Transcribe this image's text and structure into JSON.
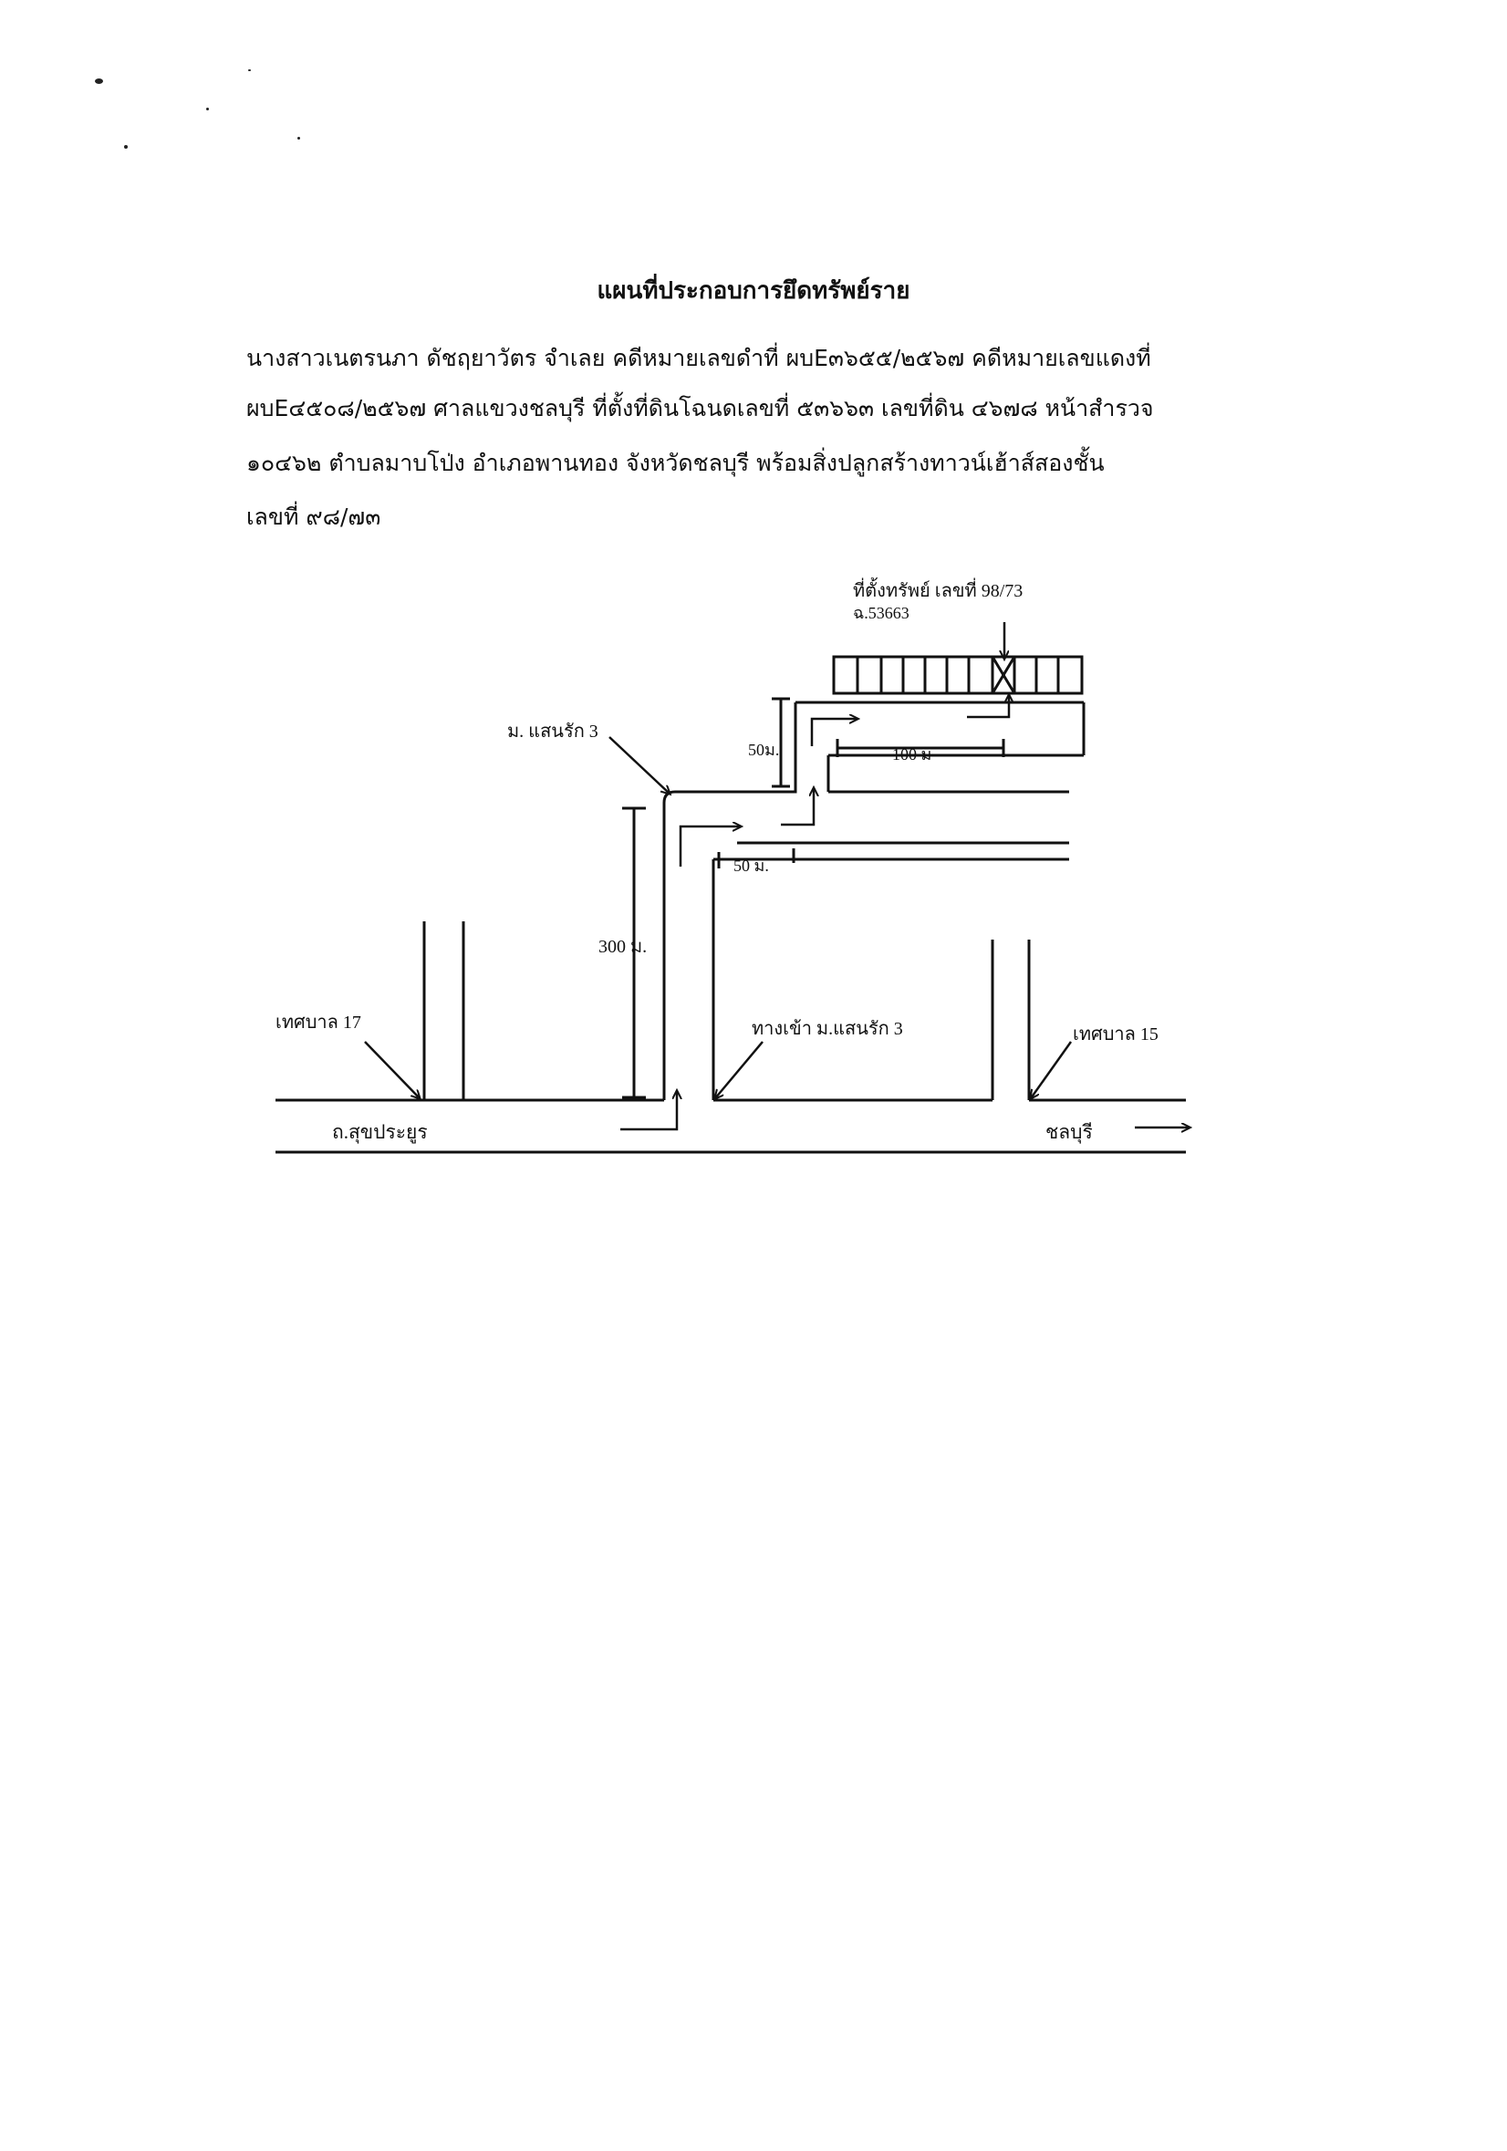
{
  "document": {
    "title": "แผนที่ประกอบการยึดทรัพย์ราย",
    "paragraph_lines": [
      "นางสาวเนตรนภา ดัชฤยาวัตร จำเลย คดีหมายเลขดำที่ ผบE๓๖๕๕/๒๕๖๗  คดีหมายเลขแดงที่",
      "ผบE๔๕๐๘/๒๕๖๗ ศาลแขวงชลบุรี ที่ตั้งที่ดินโฉนดเลขที่  ๕๓๖๖๓  เลขที่ดิน  ๔๖๗๘  หน้าสำรวจ",
      "๑๐๔๖๒  ตำบลมาบโป่ง อำเภอพานทอง จังหวัดชลบุรี พร้อมสิ่งปลูกสร้างทาวน์เฮ้าส์สองชั้น",
      "เลขที่  ๙๘/๗๓"
    ]
  },
  "map": {
    "property_label": "ที่ตั้งทรัพย์ เลขที่ 98/73",
    "deed_label": "ฉ.53663",
    "village_label": "ม. แสนรัก 3",
    "dist_50_vertical": "50ม.",
    "dist_100": "100 ม",
    "dist_50_horizontal": "50 ม.",
    "dist_300": "300 ม.",
    "tessaban_17": "เทศบาล 17",
    "entrance_label": "ทางเข้า ม.แสนรัก 3",
    "tessaban_15": "เทศบาล 15",
    "main_road": "ถ.สุขประยูร",
    "direction_chonburi": "ชลบุรี"
  }
}
